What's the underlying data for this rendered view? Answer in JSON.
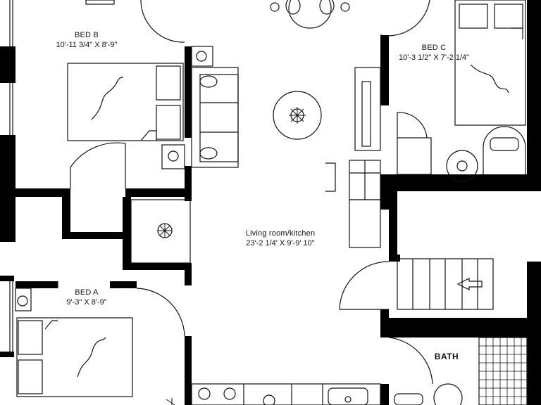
{
  "rooms": {
    "bed_b": {
      "name": "BED B",
      "dims": "10'-11 3/4\" X 8'-9\""
    },
    "bed_c": {
      "name": "BED C",
      "dims": "10'-3 1/2\" X 7'-2 1/4\""
    },
    "living": {
      "name": "Living room/kitchen",
      "dims": "23'-2 1/4' X 9'-9' 10\""
    },
    "bed_a": {
      "name": "BED A",
      "dims": "9'-3\" X 8'-9\""
    },
    "bath": {
      "name": "BATH"
    }
  },
  "colors": {
    "wall": "#000000",
    "line": "#111111",
    "background": "#ffffff"
  }
}
